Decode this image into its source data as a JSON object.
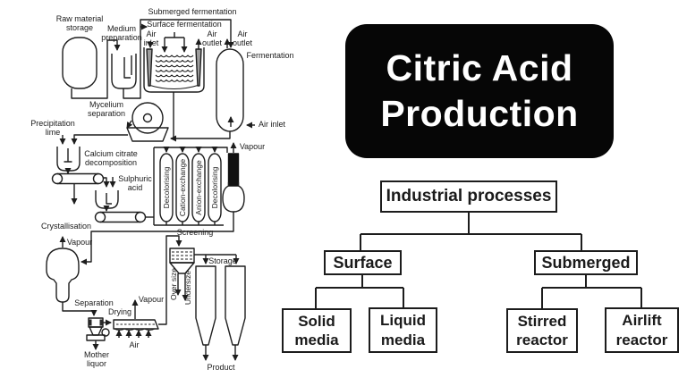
{
  "title": {
    "line1": "Citric Acid",
    "line2": "Production"
  },
  "flowsheet": {
    "labels": {
      "submerged_fermentation": "Submerged fermentation",
      "surface_fermentation": "Surface fermentation",
      "raw_material_storage": "Raw material\nstorage",
      "medium_preparation": "Medium\npreparation",
      "air_inlet_tray": "Air\ninlet",
      "air_outlet_tray": "Air\noutlet",
      "air_outlet_column": "Air\noutlet",
      "fermentation": "Fermentation",
      "air_inlet_column": "Air inlet",
      "mycelium_separation": "Mycelium\nseparation",
      "precipitation_lime": "Precipitation\nlime",
      "calcium_citrate_decomposition": "Calcium citrate\ndecomposition",
      "sulphuric_acid": "Sulphuric\nacid",
      "decolorising_1": "Decolorising",
      "cation_exchange": "Cation-exchange",
      "anion_exchange": "Anion-exchange",
      "decolorising_2": "Decolorising",
      "vapour_evaporator": "Vapour",
      "crystallisation": "Crystallisation",
      "vapour_crystalliser": "Vapour",
      "separation": "Separation",
      "drying": "Drying",
      "vapour_dryer": "Vapour",
      "air": "Air",
      "mother_liquor": "Mother\nliquor",
      "screening": "Screening",
      "over_size": "Over size",
      "undersize": "Undersize",
      "storage": "Storage",
      "product": "Product"
    }
  },
  "tree": {
    "root": "Industrial processes",
    "surface": "Surface",
    "submerged": "Submerged",
    "solid_media": "Solid\nmedia",
    "liquid_media": "Liquid\nmedia",
    "stirred_reactor": "Stirred\nreactor",
    "airlift_reactor": "Airlift\nreactor"
  },
  "colors": {
    "ink": "#1d1d1d",
    "title_bg": "#060606",
    "title_text": "#ffffff",
    "background": "#ffffff",
    "channel_gray": "#9e9e9e",
    "evaporator_fill": "#111111"
  }
}
